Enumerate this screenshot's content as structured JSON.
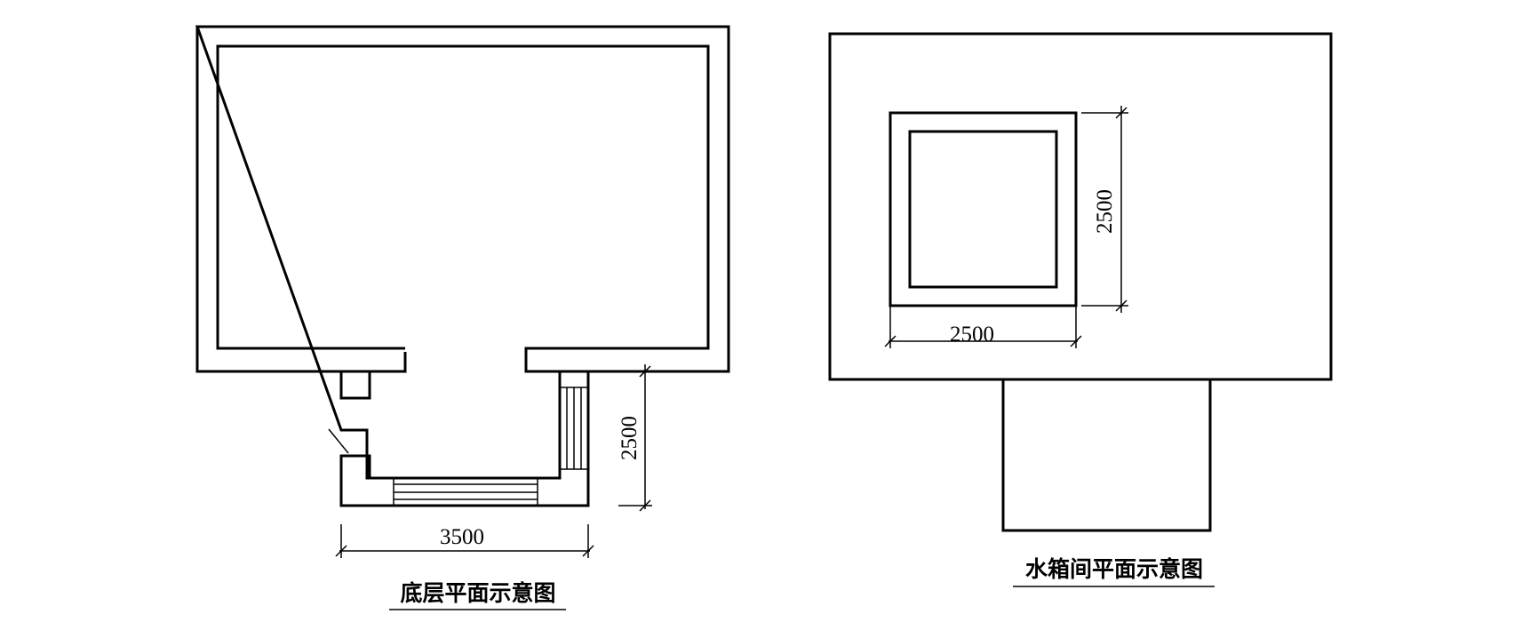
{
  "plans": {
    "ground_floor": {
      "caption": "底层平面示意图",
      "dim_width": "3500",
      "dim_height": "2500"
    },
    "water_tank_room": {
      "caption": "水箱间平面示意图",
      "dim_width": "2500",
      "dim_height": "2500"
    }
  },
  "colors": {
    "line": "#000000",
    "background": "#ffffff"
  }
}
